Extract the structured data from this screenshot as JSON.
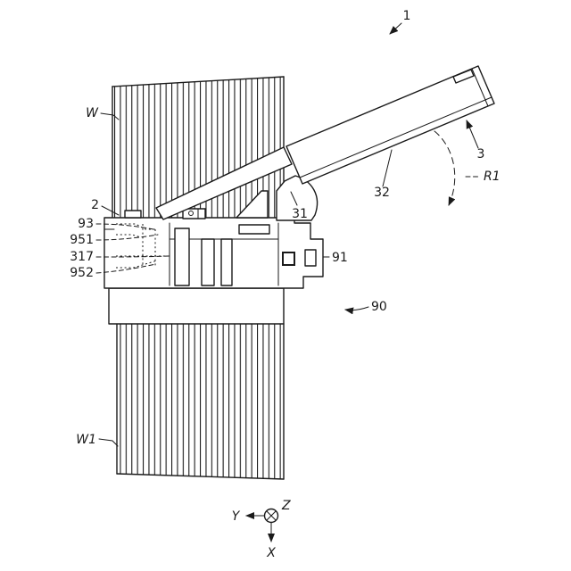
{
  "figure": {
    "labels": {
      "ref_1": "1",
      "ref_W": "W",
      "ref_2": "2",
      "ref_93": "93",
      "ref_951": "951",
      "ref_317": "317",
      "ref_952": "952",
      "ref_91": "91",
      "ref_90": "90",
      "ref_31": "31",
      "ref_32": "32",
      "ref_3": "3",
      "ref_R1": "R1",
      "ref_W1": "W1"
    },
    "axes": {
      "x": "X",
      "y": "Y",
      "z": "Z"
    },
    "colors": {
      "line": "#1a1a1a",
      "background": "#ffffff"
    }
  }
}
